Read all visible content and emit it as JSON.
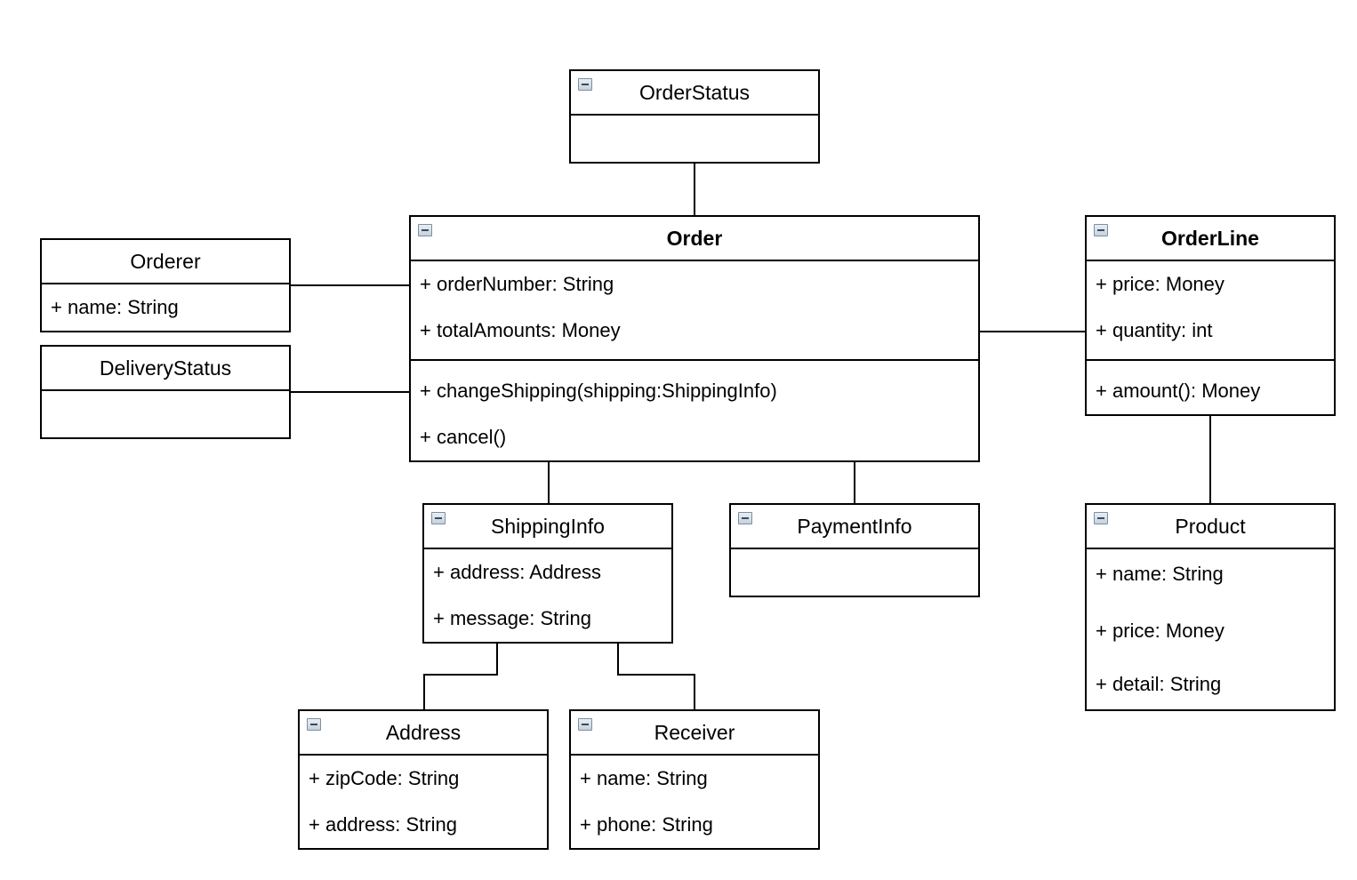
{
  "diagram": {
    "classes": {
      "order_status": {
        "name": "OrderStatus",
        "collapsible": true,
        "attributes": [],
        "operations": []
      },
      "order": {
        "name": "Order",
        "bold": true,
        "collapsible": true,
        "attributes": [
          "+ orderNumber: String",
          "+ totalAmounts: Money"
        ],
        "operations": [
          "+ changeShipping(shipping:ShippingInfo)",
          "+ cancel()"
        ]
      },
      "orderer": {
        "name": "Orderer",
        "collapsible": false,
        "attributes": [
          "+ name: String"
        ]
      },
      "delivery_status": {
        "name": "DeliveryStatus",
        "collapsible": false,
        "attributes": []
      },
      "order_line": {
        "name": "OrderLine",
        "bold": true,
        "collapsible": true,
        "attributes": [
          "+ price: Money",
          "+ quantity: int"
        ],
        "operations": [
          "+ amount(): Money"
        ]
      },
      "shipping_info": {
        "name": "ShippingInfo",
        "collapsible": true,
        "attributes": [
          "+ address: Address",
          "+ message: String"
        ]
      },
      "payment_info": {
        "name": "PaymentInfo",
        "collapsible": true,
        "attributes": []
      },
      "product": {
        "name": "Product",
        "collapsible": true,
        "attributes": [
          "+ name: String",
          "+ price: Money",
          "+ detail: String"
        ]
      },
      "address": {
        "name": "Address",
        "collapsible": true,
        "attributes": [
          "+ zipCode: String",
          "+ address: String"
        ]
      },
      "receiver": {
        "name": "Receiver",
        "collapsible": true,
        "attributes": [
          "+ name: String",
          "+ phone: String"
        ]
      }
    },
    "associations": [
      [
        "order_status",
        "order"
      ],
      [
        "orderer",
        "order"
      ],
      [
        "delivery_status",
        "order"
      ],
      [
        "order",
        "order_line"
      ],
      [
        "order_line",
        "product"
      ],
      [
        "order",
        "shipping_info"
      ],
      [
        "order",
        "payment_info"
      ],
      [
        "shipping_info",
        "address"
      ],
      [
        "shipping_info",
        "receiver"
      ]
    ]
  }
}
